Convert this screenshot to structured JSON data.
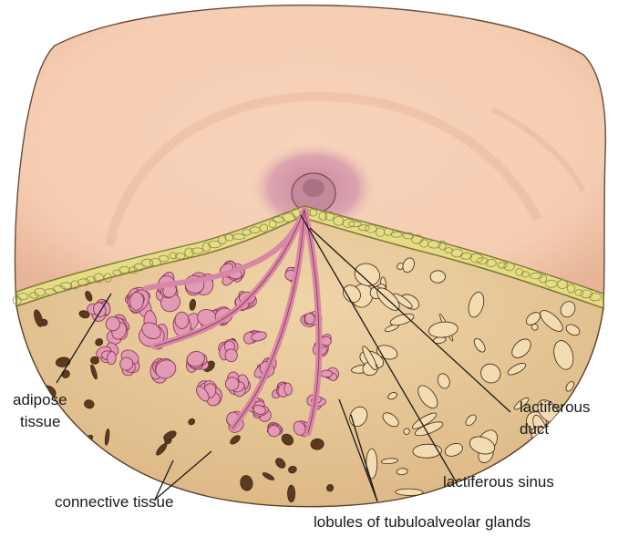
{
  "labels": {
    "adipose_line1": "adipose",
    "adipose_line2": "tissue",
    "duct_line1": "lactiferous",
    "duct_line2": "duct",
    "sinus": "lactiferous sinus",
    "connective": "connective tissue",
    "lobules": "lobules of tubuloalveolar glands"
  },
  "colors": {
    "skin": "#f6cfb5",
    "skin_shade": "#e8b89c",
    "areola": "#d79aa6",
    "nipple": "#b97b8b",
    "adipose": "#e6e08c",
    "adipose_edge": "#8f8a3a",
    "stroma": "#edcfa0",
    "holes": "#6b4a2a",
    "gland": "#e39ab5",
    "gland_edge": "#8a3a58",
    "leader": "#1a1a1a"
  }
}
